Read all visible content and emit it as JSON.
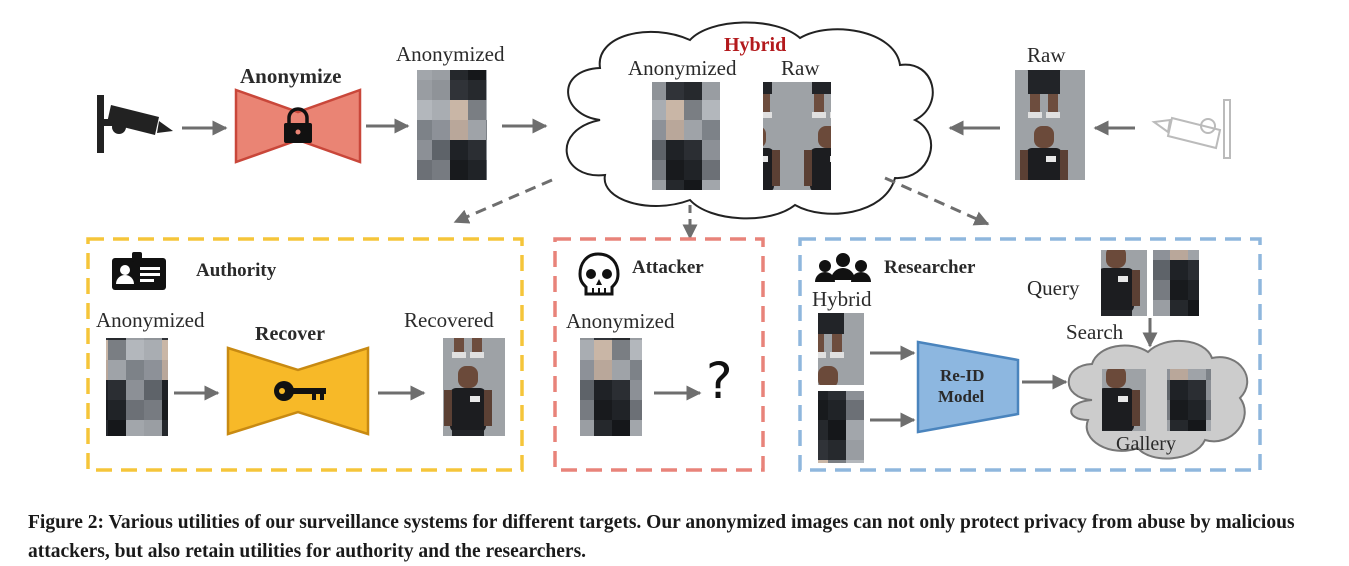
{
  "colors": {
    "anonymize_fill": "#ea8474",
    "anonymize_stroke": "#c9473a",
    "recover_fill": "#f7b928",
    "recover_stroke": "#c88a12",
    "authority_box": "#f5c53a",
    "attacker_box": "#e8837a",
    "researcher_box": "#8fb7dd",
    "reid_fill": "#8db7e0",
    "hybrid_text": "#b3191c",
    "gallery_cloud": "#cccccc",
    "arrow": "#6e6e6e"
  },
  "top": {
    "anonymize_label": "Anonymize",
    "anonymized_label": "Anonymized",
    "hybrid_label": "Hybrid",
    "cloud_anonymized_label": "Anonymized",
    "cloud_raw_label": "Raw",
    "raw_label": "Raw"
  },
  "authority": {
    "title": "Authority",
    "anonymized_label": "Anonymized",
    "recover_label": "Recover",
    "recovered_label": "Recovered"
  },
  "attacker": {
    "title": "Attacker",
    "anonymized_label": "Anonymized",
    "unknown_mark": "?"
  },
  "researcher": {
    "title": "Researcher",
    "hybrid_label": "Hybrid",
    "query_label": "Query",
    "search_label": "Search",
    "model_label_line1": "Re-ID",
    "model_label_line2": "Model",
    "gallery_label": "Gallery"
  },
  "icons": [
    "camera-icon",
    "lock-icon",
    "key-icon",
    "id-card-icon",
    "skull-icon",
    "group-icon"
  ],
  "caption": "Figure 2: Various utilities of our surveillance systems for different targets. Our anonymized images can not only protect privacy from abuse by malicious attackers, but also retain utilities for authority and the researchers."
}
